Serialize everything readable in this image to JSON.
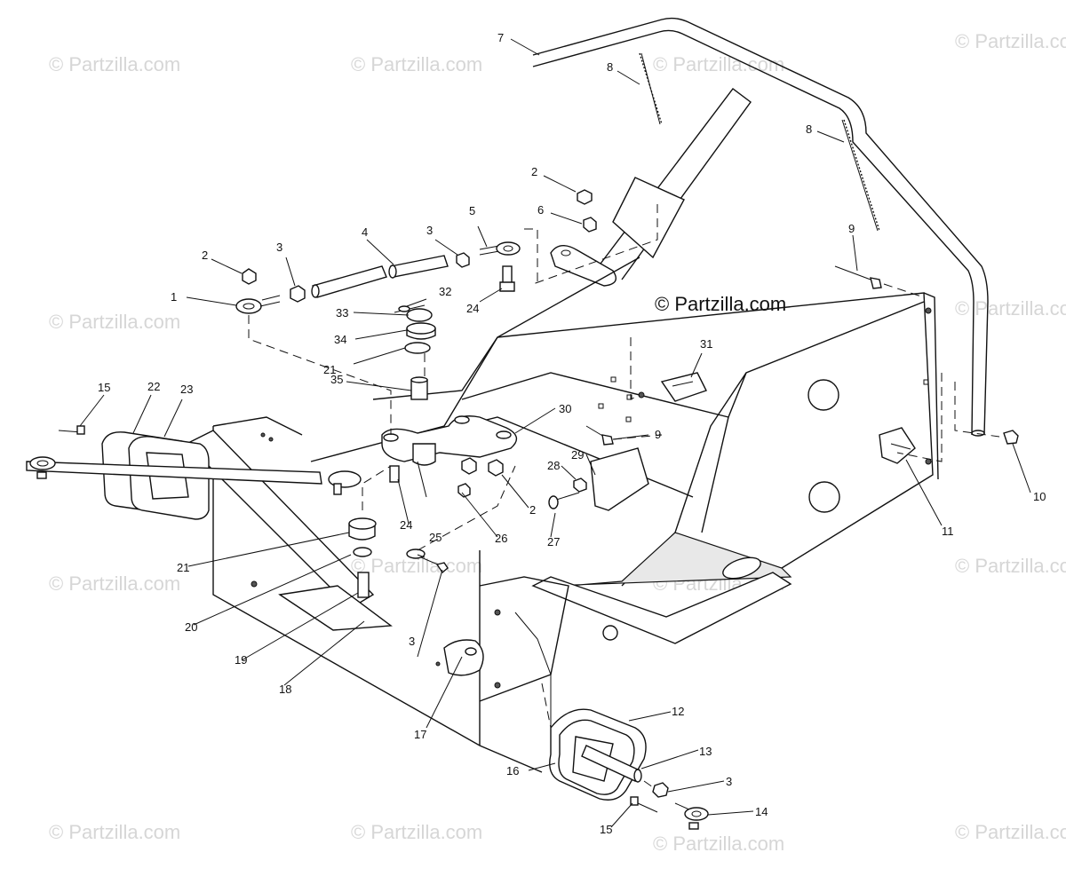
{
  "watermark": "© Partzilla.com",
  "copyright": "© Partzilla.com",
  "callouts": [
    "1",
    "2",
    "3",
    "4",
    "3",
    "5",
    "2",
    "6",
    "7",
    "8",
    "8",
    "9",
    "9",
    "10",
    "11",
    "12",
    "13",
    "3",
    "14",
    "15",
    "15",
    "16",
    "17",
    "18",
    "19",
    "20",
    "21",
    "21",
    "22",
    "23",
    "24",
    "24",
    "25",
    "26",
    "2",
    "27",
    "28",
    "29",
    "30",
    "31",
    "32",
    "33",
    "34",
    "35",
    "3"
  ]
}
